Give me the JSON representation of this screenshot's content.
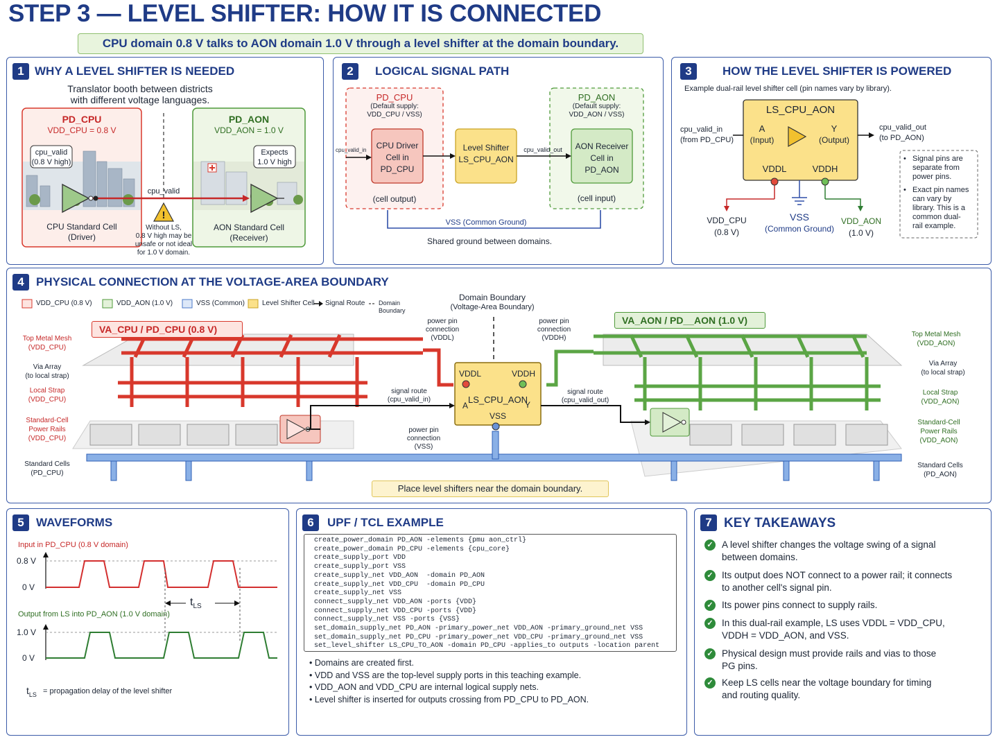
{
  "header": {
    "title": "STEP 3 — LEVEL SHIFTER: HOW IT IS CONNECTED",
    "subtitle": "CPU domain 0.8 V talks to AON domain 1.0 V through a level shifter at the domain boundary."
  },
  "panel1": {
    "num": "1",
    "title": "WHY A LEVEL SHIFTER IS NEEDED",
    "intro_line1": "Translator booth between districts",
    "intro_line2": "with different voltage languages.",
    "cpu_name": "PD_CPU",
    "cpu_voltage": "VDD_CPU = 0.8 V",
    "cpu_bubble_line1": "cpu_valid",
    "cpu_bubble_line2": "(0.8 V high)",
    "cpu_cell_line1": "CPU Standard Cell",
    "cpu_cell_line2": "(Driver)",
    "aon_name": "PD_AON",
    "aon_voltage": "VDD_AON = 1.0 V",
    "aon_bubble_line1": "Expects",
    "aon_bubble_line2": "1.0 V high",
    "aon_cell_line1": "AON Standard Cell",
    "aon_cell_line2": "(Receiver)",
    "wire_label": "cpu_valid",
    "warning_line1": "Without LS,",
    "warning_line2": "0.8 V high may be",
    "warning_line3": "unsafe or not ideal",
    "warning_line4": "for 1.0 V domain."
  },
  "panel2": {
    "num": "2",
    "title": "LOGICAL SIGNAL PATH",
    "cpu_domain": "PD_CPU",
    "cpu_supply_line1": "(Default supply:",
    "cpu_supply_line2": "VDD_CPU / VSS)",
    "aon_domain": "PD_AON",
    "aon_supply_line1": "(Default supply:",
    "aon_supply_line2": "VDD_AON / VSS)",
    "driver_line1": "CPU Driver",
    "driver_line2": "Cell in",
    "driver_line3": "PD_CPU",
    "ls_line1": "Level Shifter",
    "ls_line2": "LS_CPU_AON",
    "receiver_line1": "AON Receiver",
    "receiver_line2": "Cell in",
    "receiver_line3": "PD_AON",
    "sig_in": "cpu_valid_in",
    "sig_out": "cpu_valid_out",
    "cell_output": "(cell output)",
    "cell_input": "(cell input)",
    "vss_label": "VSS (Common Ground)",
    "caption": "Shared ground between domains."
  },
  "panel3": {
    "num": "3",
    "title": "HOW THE LEVEL SHIFTER IS POWERED",
    "intro": "Example dual-rail level shifter cell (pin names vary by library).",
    "cell_name": "LS_CPU_AON",
    "pin_a": "A",
    "pin_a_sub": "(Input)",
    "pin_y": "Y",
    "pin_y_sub": "(Output)",
    "pin_vddl": "VDDL",
    "pin_vddh": "VDDH",
    "in_sig": "cpu_valid_in",
    "in_from": "(from PD_CPU)",
    "out_sig": "cpu_valid_out",
    "out_to": "(to PD_AON)",
    "vdd_cpu": "VDD_CPU",
    "vdd_cpu_v": "(0.8 V)",
    "vss": "VSS",
    "vss_sub": "(Common Ground)",
    "vdd_aon": "VDD_AON",
    "vdd_aon_v": "(1.0 V)",
    "note1_line1": "Signal pins are",
    "note1_line2": "separate from",
    "note1_line3": "power pins.",
    "note2_line1": "Exact pin names",
    "note2_line2": "can vary by",
    "note2_line3": "library. This is a",
    "note2_line4": "common dual-",
    "note2_line5": "rail example."
  },
  "panel4": {
    "num": "4",
    "title": "PHYSICAL CONNECTION AT THE VOLTAGE-AREA BOUNDARY",
    "legend": [
      "VDD_CPU (0.8 V)",
      "VDD_AON (1.0 V)",
      "VSS (Common)",
      "Level Shifter Cell",
      "Signal Route",
      "Domain Boundary"
    ],
    "boundary_line1": "Domain Boundary",
    "boundary_line2": "(Voltage-Area Boundary)",
    "va_cpu": "VA_CPU  /  PD_CPU  (0.8 V)",
    "va_aon": "VA_AON  /  PD__AON  (1.0 V)",
    "left_labels": [
      {
        "l1": "Top Metal Mesh",
        "l2": "(VDD_CPU)"
      },
      {
        "l1": "Via Array",
        "l2": "(to local strap)"
      },
      {
        "l1": "Local Strap",
        "l2": "(VDD_CPU)"
      },
      {
        "l1": "Standard-Cell",
        "l2": "Power Rails",
        "l3": "(VDD_CPU)"
      },
      {
        "l1": "Standard Cells",
        "l2": "(PD_CPU)"
      }
    ],
    "right_labels": [
      {
        "l1": "Top Metal Mesh",
        "l2": "(VDD_AON)"
      },
      {
        "l1": "Via Array",
        "l2": "(to local strap)"
      },
      {
        "l1": "Local Strap",
        "l2": "(VDD_AON)"
      },
      {
        "l1": "Standard-Cell",
        "l2": "Power Rails",
        "l3": "(VDD_AON)"
      },
      {
        "l1": "Standard Cells",
        "l2": "(PD_AON)"
      }
    ],
    "pp_vddl_1": "power pin",
    "pp_vddl_2": "connection",
    "pp_vddl_3": "(VDDL)",
    "pp_vddh_1": "power pin",
    "pp_vddh_2": "connection",
    "pp_vddh_3": "(VDDH)",
    "pp_vss_1": "power pin",
    "pp_vss_2": "connection",
    "pp_vss_3": "(VSS)",
    "route_in_1": "signal route",
    "route_in_2": "(cpu_valid_in)",
    "route_out_1": "signal route",
    "route_out_2": "(cpu_valid_out)",
    "ls_vddl": "VDDL",
    "ls_vddh": "VDDH",
    "ls_name": "LS_CPU_AON",
    "ls_a": "A",
    "ls_y": "Y",
    "ls_vss": "VSS",
    "note": "Place level shifters near  the domain boundary."
  },
  "panel5": {
    "num": "5",
    "title": "WAVEFORMS",
    "input_label": "Input in PD_CPU (0.8 V domain)",
    "in_high": "0.8 V",
    "in_low": "0 V",
    "output_label": "Output from  LS into PD_AON (1.0 V domain)",
    "out_high": "1.0 V",
    "out_low": "0 V",
    "tls": "t",
    "tls_sub": "LS",
    "footnote": "= propagation delay of the level shifter"
  },
  "panel6": {
    "num": "6",
    "title": "UPF / TCL EXAMPLE",
    "code": [
      "create_power_domain PD_AON -elements {pmu aon_ctrl}",
      "create_power_domain PD_CPU -elements {cpu_core}",
      "create_supply_port VDD",
      "create_supply_port VSS",
      "create_supply_net VDD_AON  -domain PD_AON",
      "create_supply_net VDD_CPU  -domain PD_CPU",
      "create_supply_net VSS",
      "connect_supply_net VDD_AON -ports {VDD}",
      "connect_supply_net VDD_CPU -ports {VDD}",
      "connect_supply_net VSS -ports {VSS}",
      "set_domain_supply_net PD_AON -primary_power_net VDD_AON -primary_ground_net VSS",
      "set_domain_supply_net PD_CPU -primary_power_net VDD_CPU -primary_ground_net VSS",
      "set_level_shifter LS_CPU_TO_AON -domain PD_CPU -applies_to outputs -location parent"
    ],
    "bullets": [
      "Domains are created first.",
      "VDD and VSS are the top-level supply ports in this teaching example.",
      "VDD_AON and VDD_CPU are internal logical supply nets.",
      "Level shifter is inserted for outputs crossing from PD_CPU to PD_AON."
    ]
  },
  "panel7": {
    "num": "7",
    "title": "KEY TAKEAWAYS",
    "items": [
      {
        "l1": "A level shifter changes the voltage swing of a signal",
        "l2": "between domains."
      },
      {
        "l1": "Its output does NOT connect to a power rail; it connects",
        "l2": "to another cell's signal pin."
      },
      {
        "l1": "Its power pins connect to supply rails.",
        "l2": ""
      },
      {
        "l1": "In this dual-rail example, LS uses VDDL = VDD_CPU,",
        "l2": "VDDH = VDD_AON, and VSS."
      },
      {
        "l1": "Physical design must provide rails and vias to those",
        "l2": "PG pins."
      },
      {
        "l1": "Keep LS cells near the voltage boundary for timing",
        "l2": "and routing quality."
      }
    ]
  },
  "colors": {
    "navy": "#1f3b86",
    "cpu_red": "#d8382c",
    "aon_green": "#4f9a3a",
    "vss_blue": "#4a78c8",
    "ls_yellow": "#fbe18a"
  }
}
